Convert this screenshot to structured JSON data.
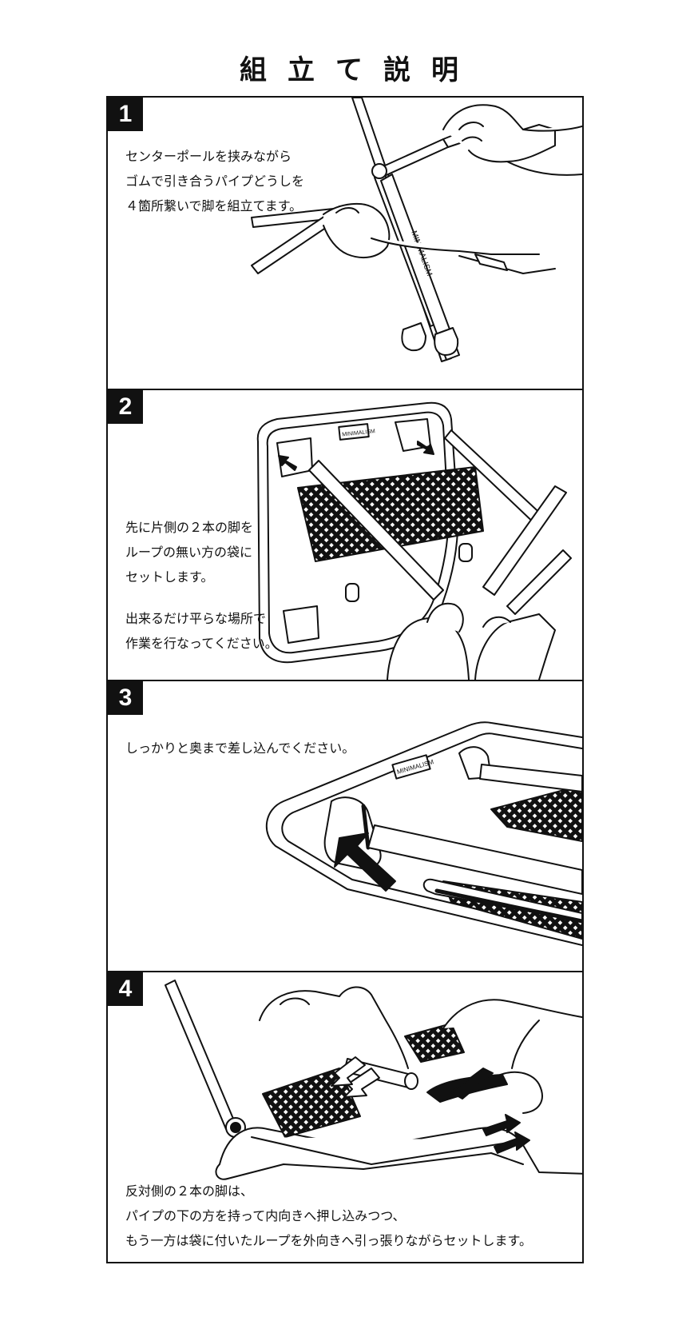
{
  "title": "組立て説明",
  "steps": [
    {
      "number": "1",
      "lines": [
        "センターポールを挟みながら",
        "ゴムで引き合うパイプどうしを",
        "４箇所繋いで脚を組立てます。"
      ],
      "brand": "MINIMALISM"
    },
    {
      "number": "2",
      "lines": [
        "先に片側の２本の脚を",
        "ループの無い方の袋に",
        "セットします。"
      ],
      "lines2": [
        "出来るだけ平らな場所で",
        "作業を行なってください。"
      ],
      "brand": "MINIMALISM"
    },
    {
      "number": "3",
      "lines": [
        "しっかりと奥まで差し込んでください。"
      ],
      "brand": "MINIMALISM"
    },
    {
      "number": "4",
      "lines": [
        "反対側の２本の脚は、",
        "パイプの下の方を持って内向きへ押し込みつつ、",
        "もう一方は袋に付いたループを外向きへ引っ張りながらセットします。"
      ]
    }
  ]
}
